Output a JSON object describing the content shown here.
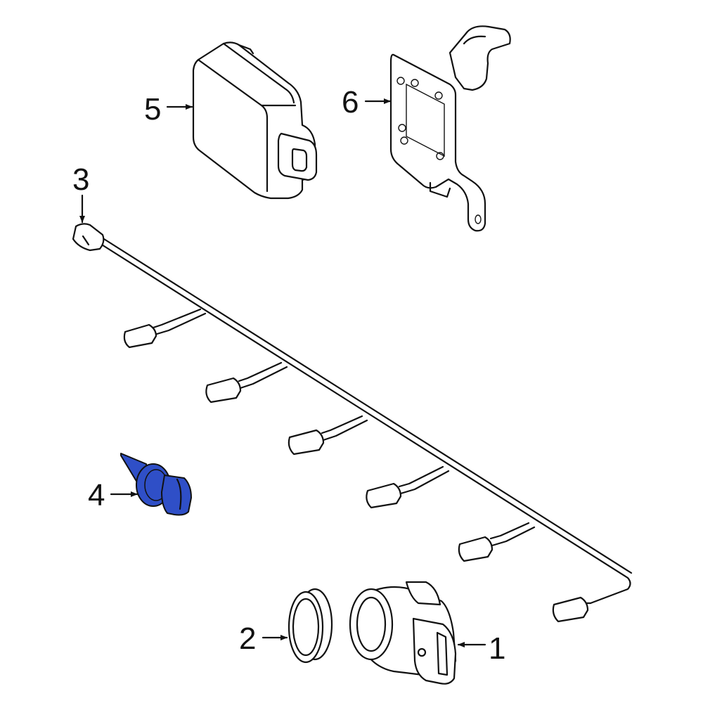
{
  "diagram": {
    "callouts": {
      "part1": "1",
      "part2": "2",
      "part3": "3",
      "part4": "4",
      "part5": "5",
      "part6": "6"
    },
    "highlight_color": "#2f4fc7"
  }
}
